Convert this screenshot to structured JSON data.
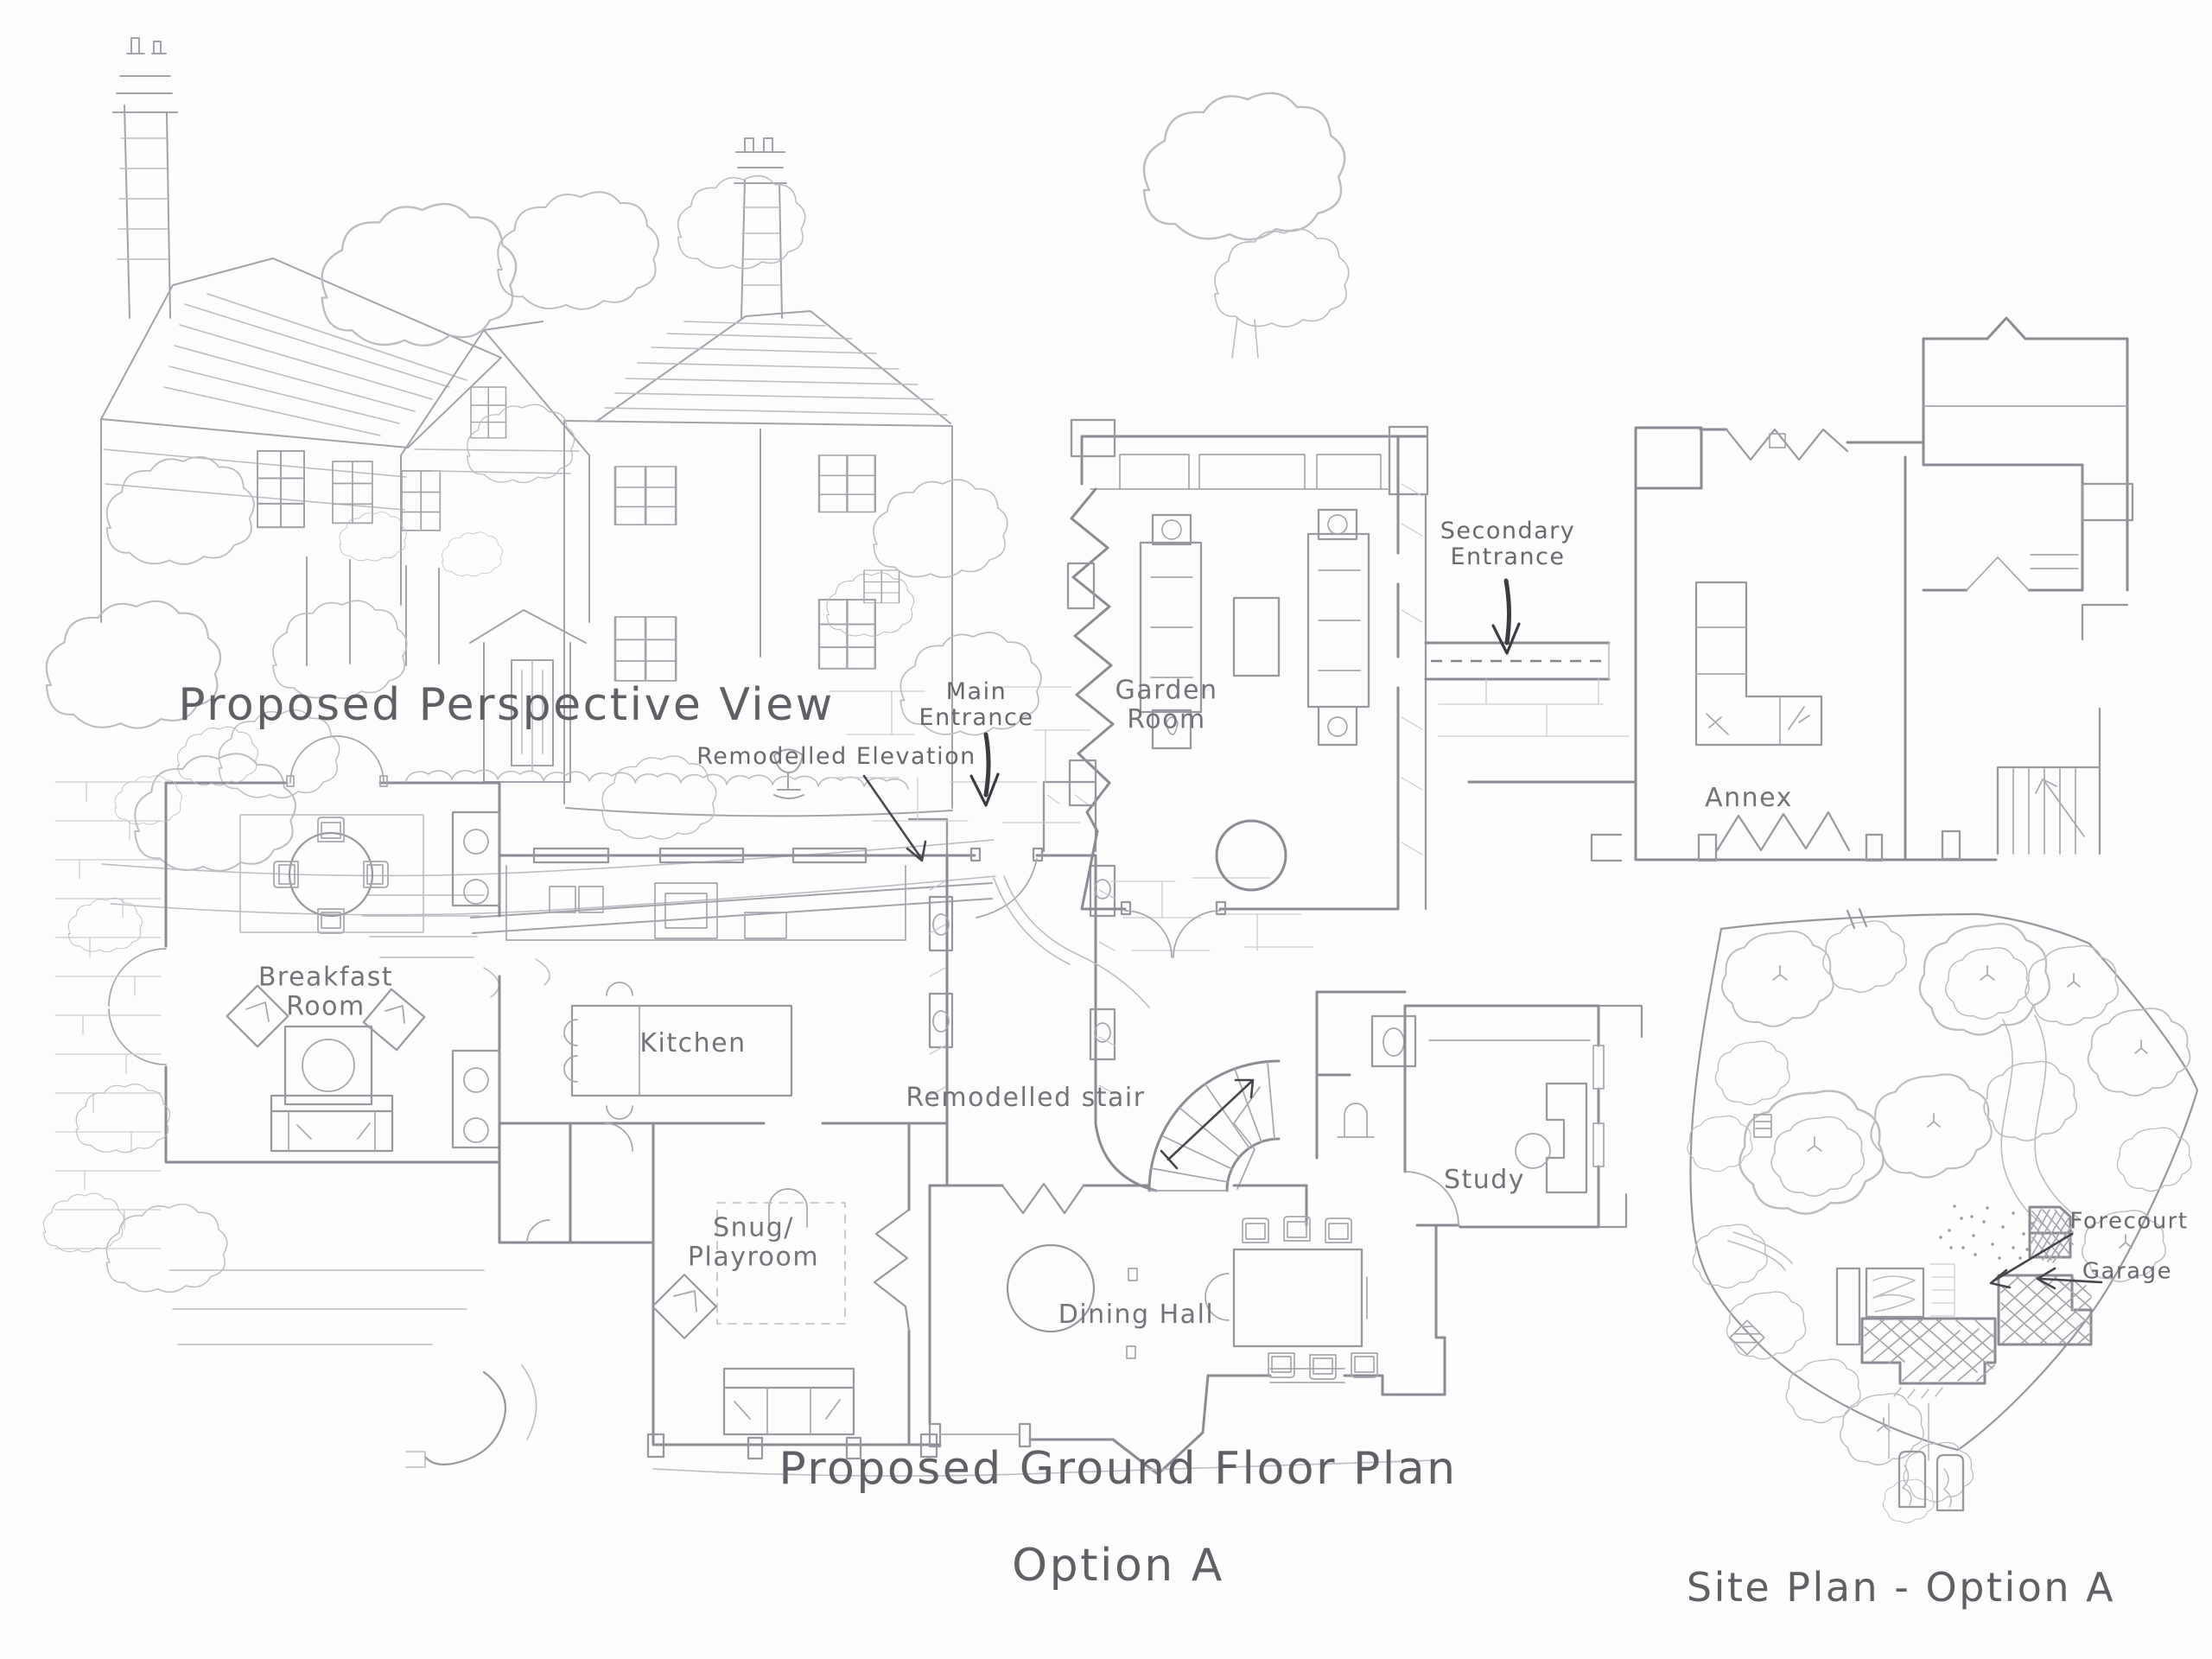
{
  "palette": {
    "paper": "#fdfdfd",
    "pencil": "#8b8b93",
    "pencil_soft": "#bcbcc3",
    "ink": "#3b3b41",
    "text": "#5f5f66"
  },
  "titles": {
    "perspective_view": "Proposed Perspective View",
    "ground_floor_plan": "Proposed Ground Floor Plan",
    "ground_floor_option": "Option A",
    "site_plan": "Site Plan - Option A"
  },
  "floor_plan": {
    "rooms": {
      "breakfast_room": {
        "line1": "Breakfast",
        "line2": "Room"
      },
      "kitchen": {
        "label": "Kitchen"
      },
      "garden_room": {
        "line1": "Garden",
        "line2": "Room"
      },
      "snug_playroom": {
        "line1": "Snug/",
        "line2": "Playroom"
      },
      "dining_hall": {
        "label": "Dining Hall"
      },
      "study": {
        "label": "Study"
      },
      "annex": {
        "label": "Annex"
      },
      "remodelled_stair": {
        "label": "Remodelled stair"
      }
    },
    "annotations": {
      "remodelled_elevation": {
        "label": "Remodelled Elevation"
      },
      "main_entrance": {
        "line1": "Main",
        "line2": "Entrance"
      },
      "secondary_entrance": {
        "line1": "Secondary",
        "line2": "Entrance"
      }
    }
  },
  "site_plan": {
    "annotations": {
      "forecourt": {
        "label": "Forecourt"
      },
      "garage": {
        "label": "Garage"
      }
    }
  }
}
